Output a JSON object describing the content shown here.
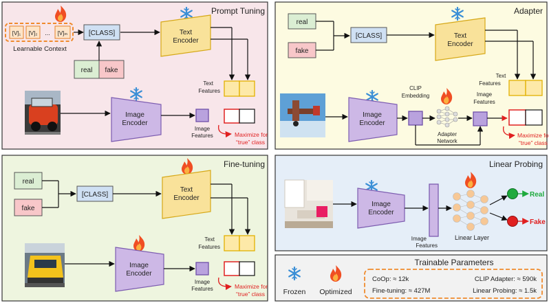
{
  "panels": {
    "prompt_tuning": {
      "title": "Prompt Tuning",
      "learnable_context": "Learnable Context",
      "tokens": [
        "[V]₁",
        "[V]₂",
        "...",
        "[V]ₘ"
      ],
      "class_token": "[CLASS]",
      "label_real": "real",
      "label_fake": "fake",
      "text_encoder": [
        "Text",
        "Encoder"
      ],
      "image_encoder": [
        "Image",
        "Encoder"
      ],
      "text_features": [
        "Text",
        "Features"
      ],
      "image_features": [
        "Image",
        "Features"
      ],
      "maximize": [
        "Maximize for",
        "“true” class"
      ]
    },
    "adapter": {
      "title": "Adapter",
      "label_real": "real",
      "label_fake": "fake",
      "class_token": "[CLASS]",
      "text_encoder": [
        "Text",
        "Encoder"
      ],
      "image_encoder": [
        "Image",
        "Encoder"
      ],
      "clip_embedding": [
        "CLIP",
        "Embedding"
      ],
      "adapter_network": [
        "Adapter",
        "Network"
      ],
      "text_features": [
        "Text",
        "Features"
      ],
      "image_features": [
        "Image",
        "Features"
      ],
      "maximize": [
        "Maximize for",
        "“true” class"
      ]
    },
    "fine_tuning": {
      "title": "Fine-tuning",
      "label_real": "real",
      "label_fake": "fake",
      "class_token": "[CLASS]",
      "text_encoder": [
        "Text",
        "Encoder"
      ],
      "image_encoder": [
        "Image",
        "Encoder"
      ],
      "text_features": [
        "Text",
        "Features"
      ],
      "image_features": [
        "Image",
        "Features"
      ],
      "maximize": [
        "Maximize for",
        "“true” class"
      ]
    },
    "linear_probing": {
      "title": "Linear Probing",
      "image_encoder": [
        "Image",
        "Encoder"
      ],
      "image_features": [
        "Image",
        "Features"
      ],
      "linear_layer": "Linear Layer",
      "out_real": "Real",
      "out_fake": "Fake"
    },
    "trainable": {
      "title": "Trainable Parameters",
      "legend_frozen": "Frozen",
      "legend_optimized": "Optimized",
      "coop": "CoOp: ≈ 12k",
      "clip_adapter": "CLIP Adapter: ≈ 590k",
      "fine_tuning": "Fine-tuning: ≈ 427M",
      "linear_probing": "Linear Probing: ≈ 1.5k"
    }
  },
  "colors": {
    "pt_bg": "#f8e6ea",
    "ad_bg": "#fdfbe1",
    "ft_bg": "#eef5df",
    "lp_bg": "#e5eef8",
    "tp_bg": "#f2f2f2",
    "text_encoder": "#f9e29a",
    "image_encoder": "#cdb8e6",
    "class_box": "#cfe0f3",
    "real_box": "#dbeed3",
    "fake_box": "#f8c7c9",
    "accent_red": "#e02020",
    "real_green": "#1faa3d"
  }
}
